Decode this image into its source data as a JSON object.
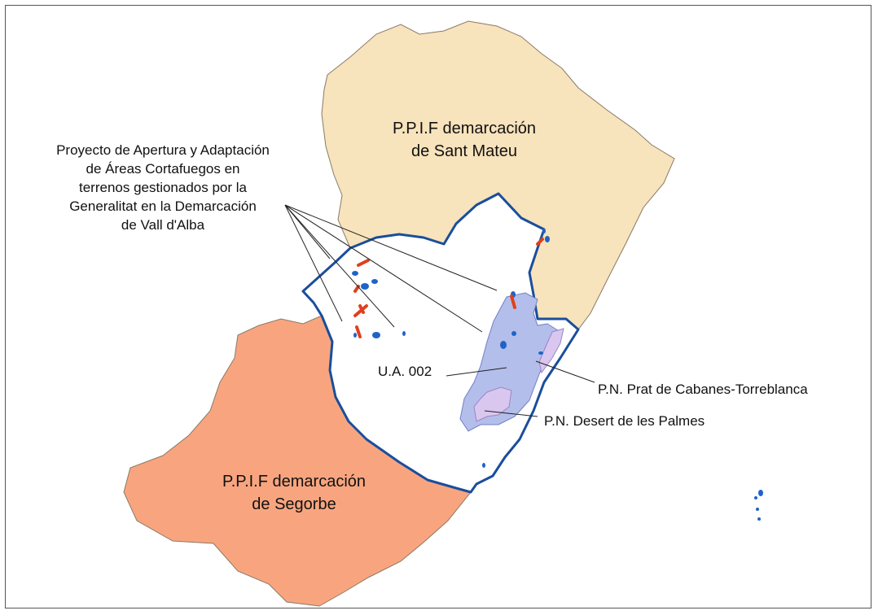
{
  "map": {
    "regions": {
      "sant_mateu": {
        "line1": "P.P.I.F demarcación",
        "line2": "de Sant Mateu",
        "color": "#F7E3BC"
      },
      "segorbe": {
        "line1": "P.P.I.F demarcación",
        "line2": "de Segorbe",
        "color": "#F8A57F"
      },
      "vall_dalba": {
        "color": "#FFFFFF",
        "border": "#1A4E9C"
      }
    },
    "annotations": {
      "project": [
        "Proyecto de Apertura y Adaptación",
        "de  Áreas Cortafuegos en",
        "terrenos gestionados por la",
        "Generalitat en la Demarcación",
        "de Vall d'Alba"
      ],
      "ua002": "U.A. 002",
      "prat": "P.N. Prat de Cabanes-Torreblanca",
      "desert": "P.N. Desert de les Palmes"
    },
    "colors": {
      "ua_area": "#B4BEEA",
      "park_area": "#D9C7EF",
      "firebreak": "#E0401E",
      "patch": "#1F63C9"
    }
  }
}
